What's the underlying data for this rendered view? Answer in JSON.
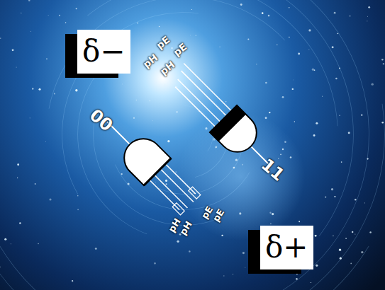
{
  "diagram": {
    "nodes": [
      {
        "text": [
          "δ−"
        ]
      },
      {
        "text": [
          "δ+"
        ]
      }
    ],
    "labels": [
      "pE",
      "pE",
      "pH",
      "pH",
      "11",
      "00",
      "pH",
      "pH",
      "pE",
      "pE"
    ]
  }
}
